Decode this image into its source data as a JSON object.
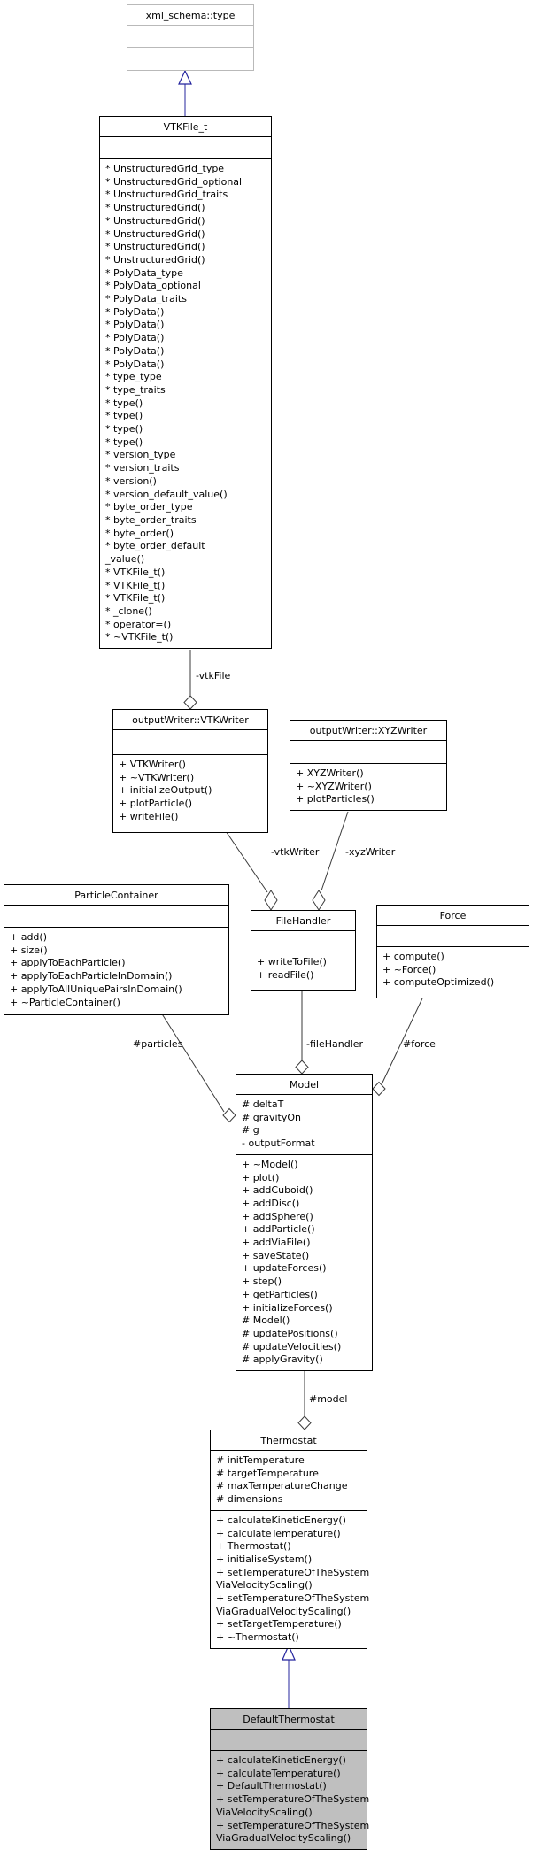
{
  "classes": {
    "xml_schema_type": {
      "name": "xml_schema::type",
      "attributes": [],
      "methods": []
    },
    "vtkfile_t": {
      "name": "VTKFile_t",
      "attributes": [],
      "methods": [
        "* UnstructuredGrid_type",
        "* UnstructuredGrid_optional",
        "* UnstructuredGrid_traits",
        "* UnstructuredGrid()",
        "* UnstructuredGrid()",
        "* UnstructuredGrid()",
        "* UnstructuredGrid()",
        "* UnstructuredGrid()",
        "* PolyData_type",
        "* PolyData_optional",
        "* PolyData_traits",
        "* PolyData()",
        "* PolyData()",
        "* PolyData()",
        "* PolyData()",
        "* PolyData()",
        "* type_type",
        "* type_traits",
        "* type()",
        "* type()",
        "* type()",
        "* type()",
        "* version_type",
        "* version_traits",
        "* version()",
        "* version_default_value()",
        "* byte_order_type",
        "* byte_order_traits",
        "* byte_order()",
        "* byte_order_default",
        "_value()",
        "* VTKFile_t()",
        "* VTKFile_t()",
        "* VTKFile_t()",
        "* _clone()",
        "* operator=()",
        "* ~VTKFile_t()"
      ]
    },
    "vtk_writer": {
      "name": "outputWriter::VTKWriter",
      "attributes": [],
      "methods": [
        "+ VTKWriter()",
        "+ ~VTKWriter()",
        "+ initializeOutput()",
        "+ plotParticle()",
        "+ writeFile()"
      ]
    },
    "xyz_writer": {
      "name": "outputWriter::XYZWriter",
      "attributes": [],
      "methods": [
        "+ XYZWriter()",
        "+ ~XYZWriter()",
        "+ plotParticles()"
      ]
    },
    "particle_container": {
      "name": "ParticleContainer",
      "attributes": [],
      "methods": [
        "+ add()",
        "+ size()",
        "+ applyToEachParticle()",
        "+ applyToEachParticleInDomain()",
        "+ applyToAllUniquePairsInDomain()",
        "+ ~ParticleContainer()"
      ]
    },
    "file_handler": {
      "name": "FileHandler",
      "attributes": [],
      "methods": [
        "+ writeToFile()",
        "+ readFile()"
      ]
    },
    "force": {
      "name": "Force",
      "attributes": [],
      "methods": [
        "+ compute()",
        "+ ~Force()",
        "+ computeOptimized()"
      ]
    },
    "model": {
      "name": "Model",
      "attributes": [
        "# deltaT",
        "# gravityOn",
        "# g",
        "- outputFormat"
      ],
      "methods": [
        "+ ~Model()",
        "+ plot()",
        "+ addCuboid()",
        "+ addDisc()",
        "+ addSphere()",
        "+ addParticle()",
        "+ addViaFile()",
        "+ saveState()",
        "+ updateForces()",
        "+ step()",
        "+ getParticles()",
        "+ initializeForces()",
        "# Model()",
        "# updatePositions()",
        "# updateVelocities()",
        "# applyGravity()"
      ]
    },
    "thermostat": {
      "name": "Thermostat",
      "attributes": [
        "# initTemperature",
        "# targetTemperature",
        "# maxTemperatureChange",
        "# dimensions"
      ],
      "methods": [
        "+ calculateKineticEnergy()",
        "+ calculateTemperature()",
        "+ Thermostat()",
        "+ initialiseSystem()",
        "+ setTemperatureOfTheSystem",
        "ViaVelocityScaling()",
        "+ setTemperatureOfTheSystem",
        "ViaGradualVelocityScaling()",
        "+ setTargetTemperature()",
        "+ ~Thermostat()"
      ]
    },
    "default_thermostat": {
      "name": "DefaultThermostat",
      "attributes": [],
      "methods": [
        "+ calculateKineticEnergy()",
        "+ calculateTemperature()",
        "+ DefaultThermostat()",
        "+ setTemperatureOfTheSystem",
        "ViaVelocityScaling()",
        "+ setTemperatureOfTheSystem",
        "ViaGradualVelocityScaling()"
      ]
    }
  },
  "edge_labels": {
    "vtkfile": "-vtkFile",
    "vtkwriter": "-vtkWriter",
    "xyzwriter": "-xyzWriter",
    "particles": "#particles",
    "filehandler": "-fileHandler",
    "force": "#force",
    "model": "#model"
  },
  "colors": {
    "inheritance_blue": "#24249e",
    "edge_dark": "#3a3a3a",
    "highlight_fill": "#bfbfbf",
    "muted_border": "#b9b9b9"
  }
}
